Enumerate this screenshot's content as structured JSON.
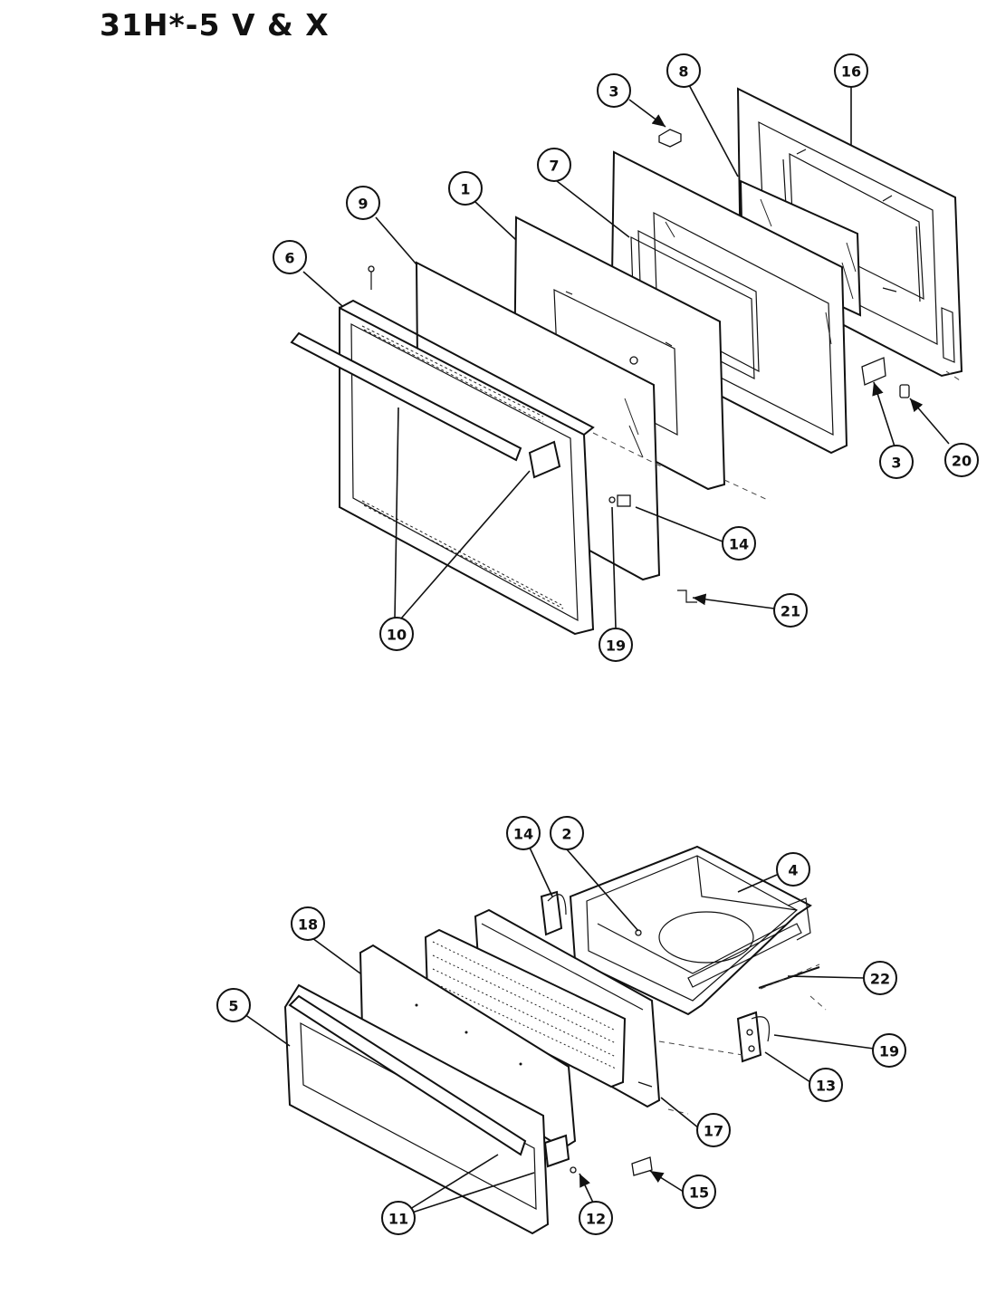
{
  "title": "31H*-5 V & X",
  "upper_assembly": {
    "callouts": [
      "1",
      "3",
      "3",
      "6",
      "7",
      "8",
      "9",
      "10",
      "14",
      "16",
      "19",
      "20",
      "21"
    ]
  },
  "lower_assembly": {
    "callouts": [
      "2",
      "4",
      "5",
      "11",
      "12",
      "13",
      "14",
      "15",
      "17",
      "18",
      "19",
      "22"
    ]
  }
}
